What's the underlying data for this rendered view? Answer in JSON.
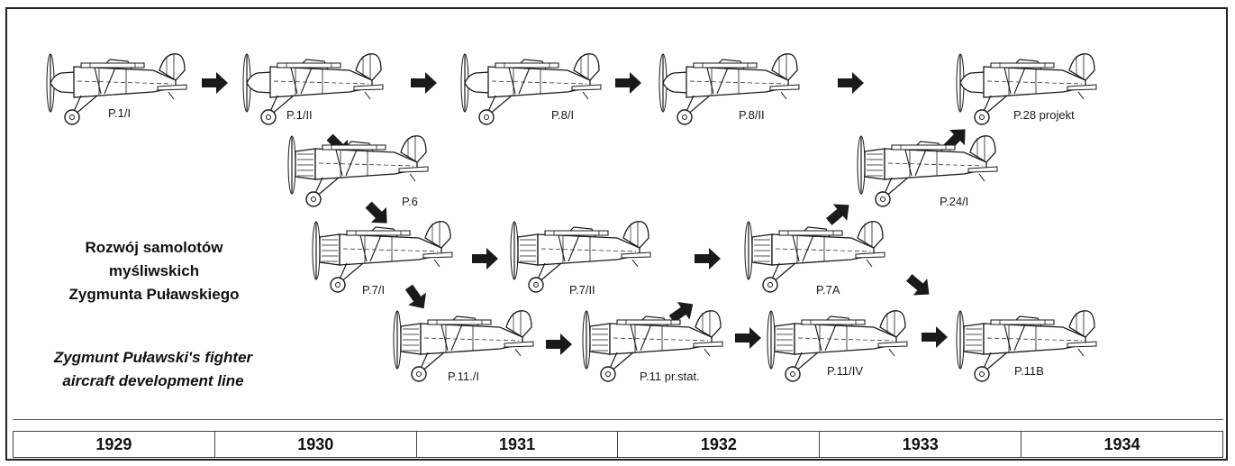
{
  "title": {
    "line1": "Rozwój samolotów",
    "line2": "myśliwskich",
    "line3": "Zygmunta Puławskiego"
  },
  "subtitle": {
    "line1": "Zygmunt Puławski's fighter",
    "line2": "aircraft development line"
  },
  "aircraft": [
    {
      "label": "P.1/I",
      "engine": "inline"
    },
    {
      "label": "P.1/II",
      "engine": "inline"
    },
    {
      "label": "P.8/I",
      "engine": "inline"
    },
    {
      "label": "P.8/II",
      "engine": "inline"
    },
    {
      "label": "P.28 projekt",
      "engine": "inline"
    },
    {
      "label": "P.6",
      "engine": "radial"
    },
    {
      "label": "P.24/I",
      "engine": "radial"
    },
    {
      "label": "P.7/I",
      "engine": "radial"
    },
    {
      "label": "P.7/II",
      "engine": "radial"
    },
    {
      "label": "P.7A",
      "engine": "radial"
    },
    {
      "label": "P.11./I",
      "engine": "radial"
    },
    {
      "label": "P.11 pr.stat.",
      "engine": "radial"
    },
    {
      "label": "P.11/IV",
      "engine": "radial"
    },
    {
      "label": "P.11B",
      "engine": "radial"
    }
  ],
  "arrows": [
    {
      "from": "P.1/I",
      "to": "P.1/II"
    },
    {
      "from": "P.1/II",
      "to": "P.8/I"
    },
    {
      "from": "P.8/I",
      "to": "P.8/II"
    },
    {
      "from": "P.8/II",
      "to": "P.28 projekt"
    },
    {
      "from": "P.1/II",
      "to": "P.6"
    },
    {
      "from": "P.6",
      "to": "P.7/I"
    },
    {
      "from": "P.7/I",
      "to": "P.7/II"
    },
    {
      "from": "P.7/II",
      "to": "P.7A"
    },
    {
      "from": "P.7/I",
      "to": "P.11./I"
    },
    {
      "from": "P.11./I",
      "to": "P.11 pr.stat."
    },
    {
      "from": "P.11 pr.stat.",
      "to": "P.7A"
    },
    {
      "from": "P.11 pr.stat.",
      "to": "P.11/IV"
    },
    {
      "from": "P.7A",
      "to": "P.24/I"
    },
    {
      "from": "P.24/I",
      "to": "P.28 projekt"
    },
    {
      "from": "P.7A",
      "to": "P.11B"
    },
    {
      "from": "P.11/IV",
      "to": "P.11B"
    }
  ],
  "years": [
    "1929",
    "1930",
    "1931",
    "1932",
    "1933",
    "1934"
  ],
  "colors": {
    "ink": "#1a1a1a",
    "arrow": "#1a1a1a",
    "paper": "#ffffff"
  }
}
